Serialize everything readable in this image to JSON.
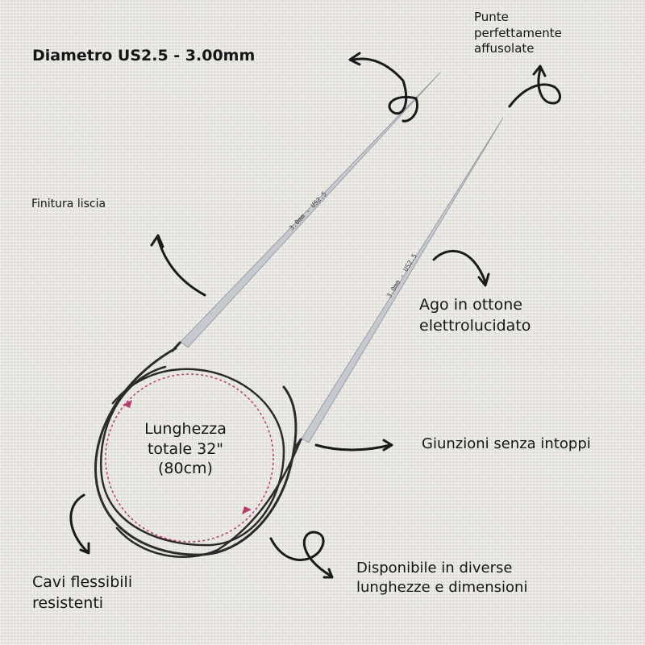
{
  "labels": {
    "diametro": "Diametro US2.5 - 3.00mm",
    "punte": [
      "Punte",
      "perfettamente",
      "affusolate"
    ],
    "finitura": "Finitura liscia",
    "ago": [
      "Ago in ottone",
      "elettrolucidato"
    ],
    "giunzioni": "Giunzioni senza intoppi",
    "lunghezza": [
      "Lunghezza",
      "totale 32\"",
      "(80cm)"
    ],
    "cavi": [
      "Cavi flessibili",
      "resistenti"
    ],
    "disponibile": [
      "Disponibile in diverse",
      "lunghezze e dimensioni"
    ]
  },
  "needle_marking": "3.0mm - US2.5",
  "colors": {
    "background": "#e9e6e0",
    "text": "#161616",
    "cable": "#2b2b2b",
    "needle": "#cfd2d6",
    "circle_dash": "#b43c6e"
  }
}
